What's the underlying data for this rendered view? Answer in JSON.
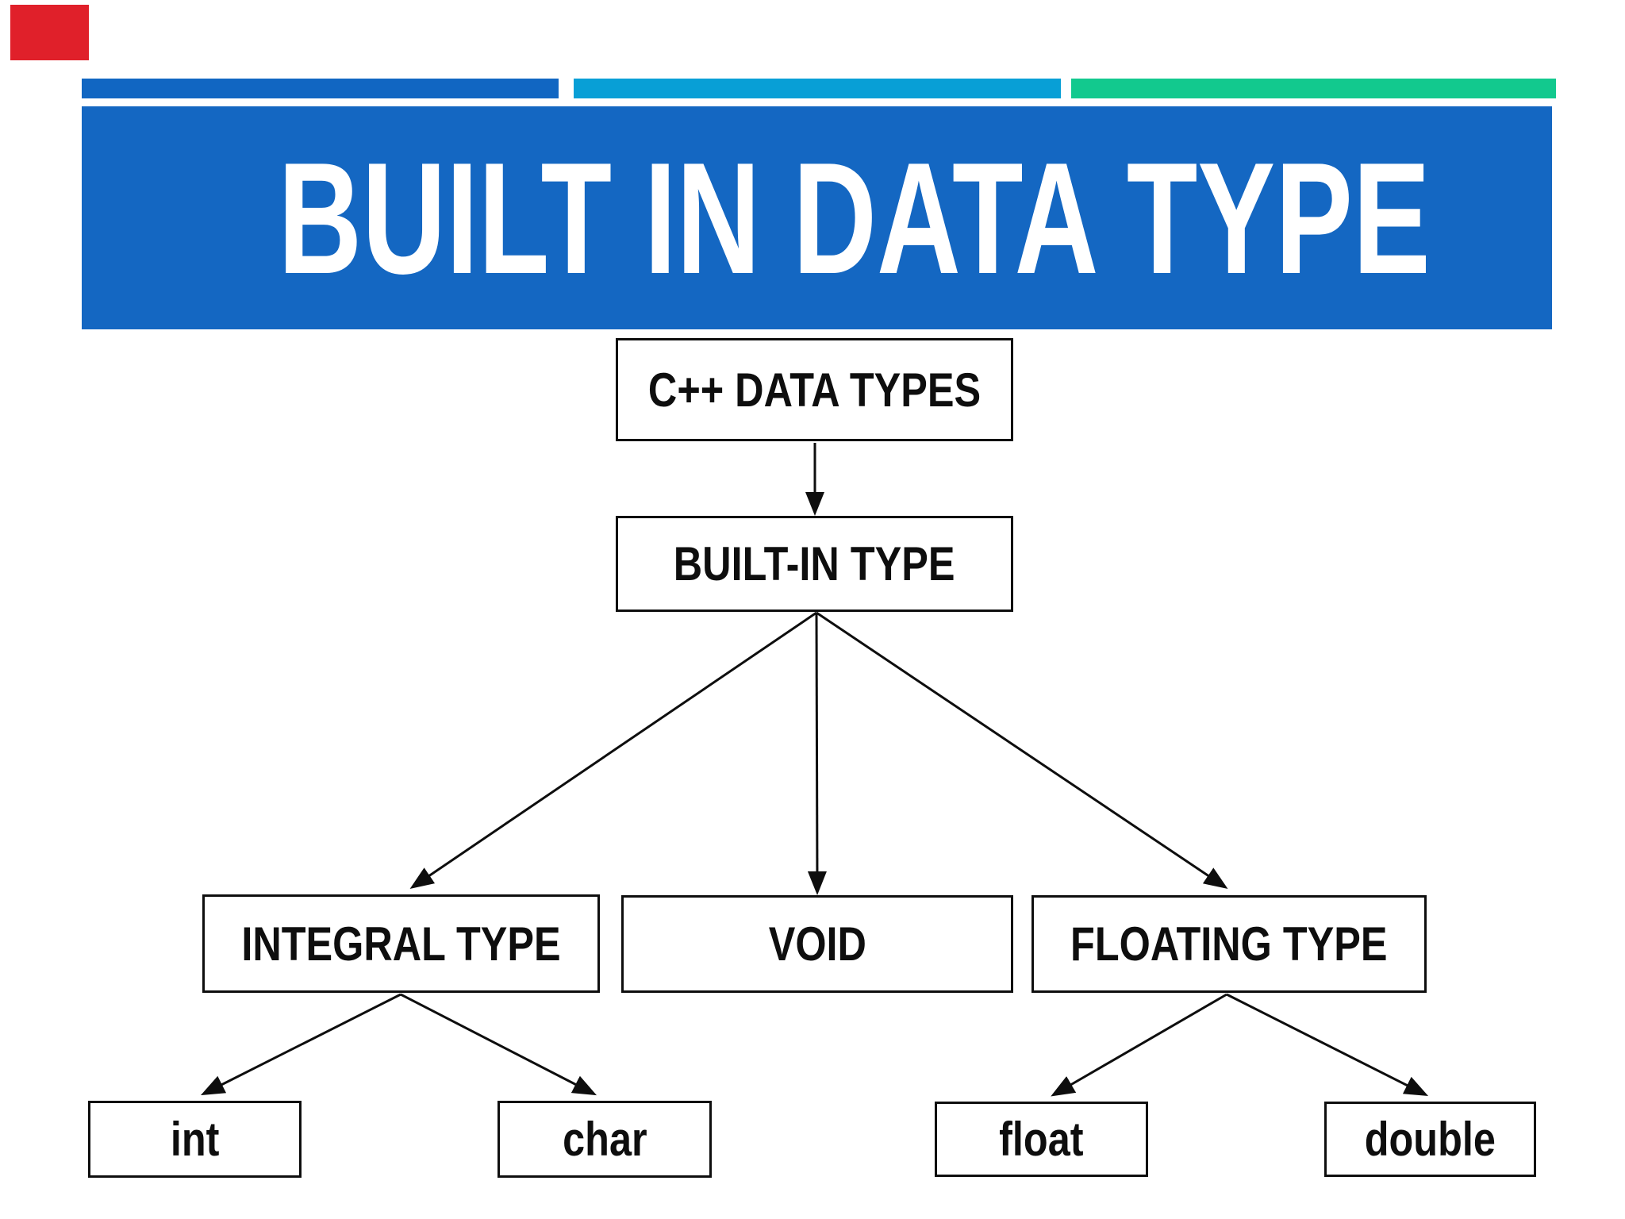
{
  "slide": {
    "title": {
      "text": "BUILT IN DATA TYPE",
      "text_color": "#ffffff",
      "background": "#1467c2"
    },
    "corner_marker": {
      "color": "#e0202a"
    },
    "accent_bar": {
      "segments": [
        {
          "name": "blue",
          "color": "#1166c2"
        },
        {
          "name": "cyan",
          "color": "#089fd6"
        },
        {
          "name": "green",
          "color": "#12c98e"
        }
      ]
    }
  },
  "diagram": {
    "type": "tree-flowchart",
    "stroke_color": "#0e0e0e",
    "box_fill": "#ffffff",
    "nodes": [
      {
        "id": "cpp-data-types",
        "label": "C++ DATA TYPES"
      },
      {
        "id": "built-in-type",
        "label": "BUILT-IN TYPE"
      },
      {
        "id": "integral-type",
        "label": "INTEGRAL TYPE"
      },
      {
        "id": "void",
        "label": "VOID"
      },
      {
        "id": "floating-type",
        "label": "FLOATING TYPE"
      },
      {
        "id": "int",
        "label": "int"
      },
      {
        "id": "char",
        "label": "char"
      },
      {
        "id": "float",
        "label": "float"
      },
      {
        "id": "double",
        "label": "double"
      }
    ],
    "edges": [
      {
        "from": "cpp-data-types",
        "to": "built-in-type"
      },
      {
        "from": "built-in-type",
        "to": "integral-type"
      },
      {
        "from": "built-in-type",
        "to": "void"
      },
      {
        "from": "built-in-type",
        "to": "floating-type"
      },
      {
        "from": "integral-type",
        "to": "int"
      },
      {
        "from": "integral-type",
        "to": "char"
      },
      {
        "from": "floating-type",
        "to": "float"
      },
      {
        "from": "floating-type",
        "to": "double"
      }
    ]
  }
}
